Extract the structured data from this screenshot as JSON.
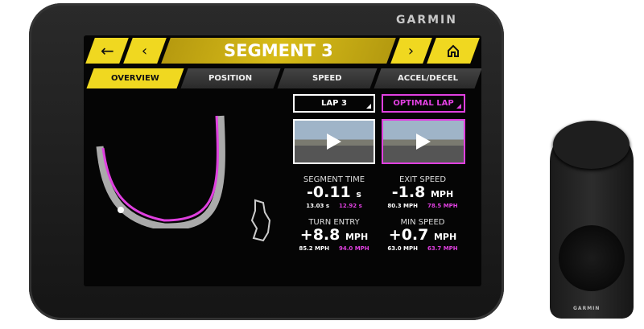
{
  "device": {
    "brand": "GARMIN",
    "camera_brand": "GARMIN"
  },
  "header": {
    "title": "SEGMENT 3",
    "back_icon": "arrow-left-icon",
    "prev_icon": "chevron-left-icon",
    "next_icon": "chevron-right-icon",
    "home_icon": "home-icon"
  },
  "tabs": [
    {
      "label": "OVERVIEW",
      "active": true
    },
    {
      "label": "POSITION"
    },
    {
      "label": "SPEED"
    },
    {
      "label": "ACCEL/DECEL"
    }
  ],
  "selectors": {
    "left": "LAP 3",
    "right": "OPTIMAL LAP"
  },
  "colors": {
    "accent": "#f0d820",
    "optimal": "#e040e0"
  },
  "stats": {
    "segment_time": {
      "label": "SEGMENT TIME",
      "value": "-0.11",
      "unit": "s",
      "lap": "13.03 s",
      "optimal": "12.92 s"
    },
    "exit_speed": {
      "label": "EXIT SPEED",
      "value": "-1.8",
      "unit": "MPH",
      "lap": "80.3 MPH",
      "optimal": "78.5 MPH"
    },
    "turn_entry": {
      "label": "TURN ENTRY",
      "value": "+8.8",
      "unit": "MPH",
      "lap": "85.2 MPH",
      "optimal": "94.0 MPH"
    },
    "min_speed": {
      "label": "MIN SPEED",
      "value": "+0.7",
      "unit": "MPH",
      "lap": "63.0 MPH",
      "optimal": "63.7 MPH"
    }
  }
}
